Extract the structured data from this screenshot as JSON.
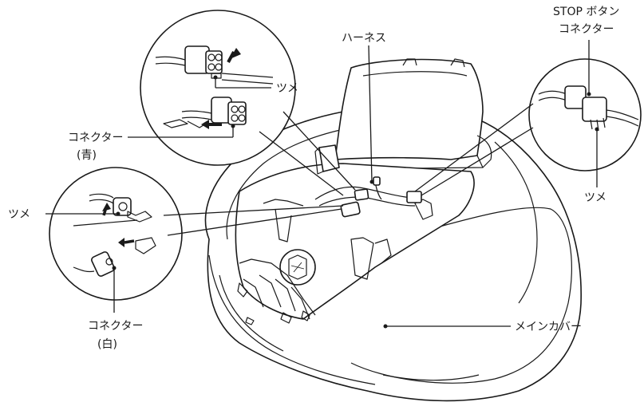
{
  "labels": {
    "harness": "ハーネス",
    "stop_button_line1": "STOP ボタン",
    "stop_button_line2": "コネクター",
    "claw_top_left": "ツメ",
    "connector_blue_line1": "コネクター",
    "connector_blue_line2": "(青)",
    "claw_left": "ツメ",
    "connector_white_line1": "コネクター",
    "connector_white_line2": "(白)",
    "claw_right": "ツメ",
    "main_cover": "メインカバー"
  },
  "colors": {
    "ink": "#1a1a1a",
    "background": "#ffffff"
  }
}
